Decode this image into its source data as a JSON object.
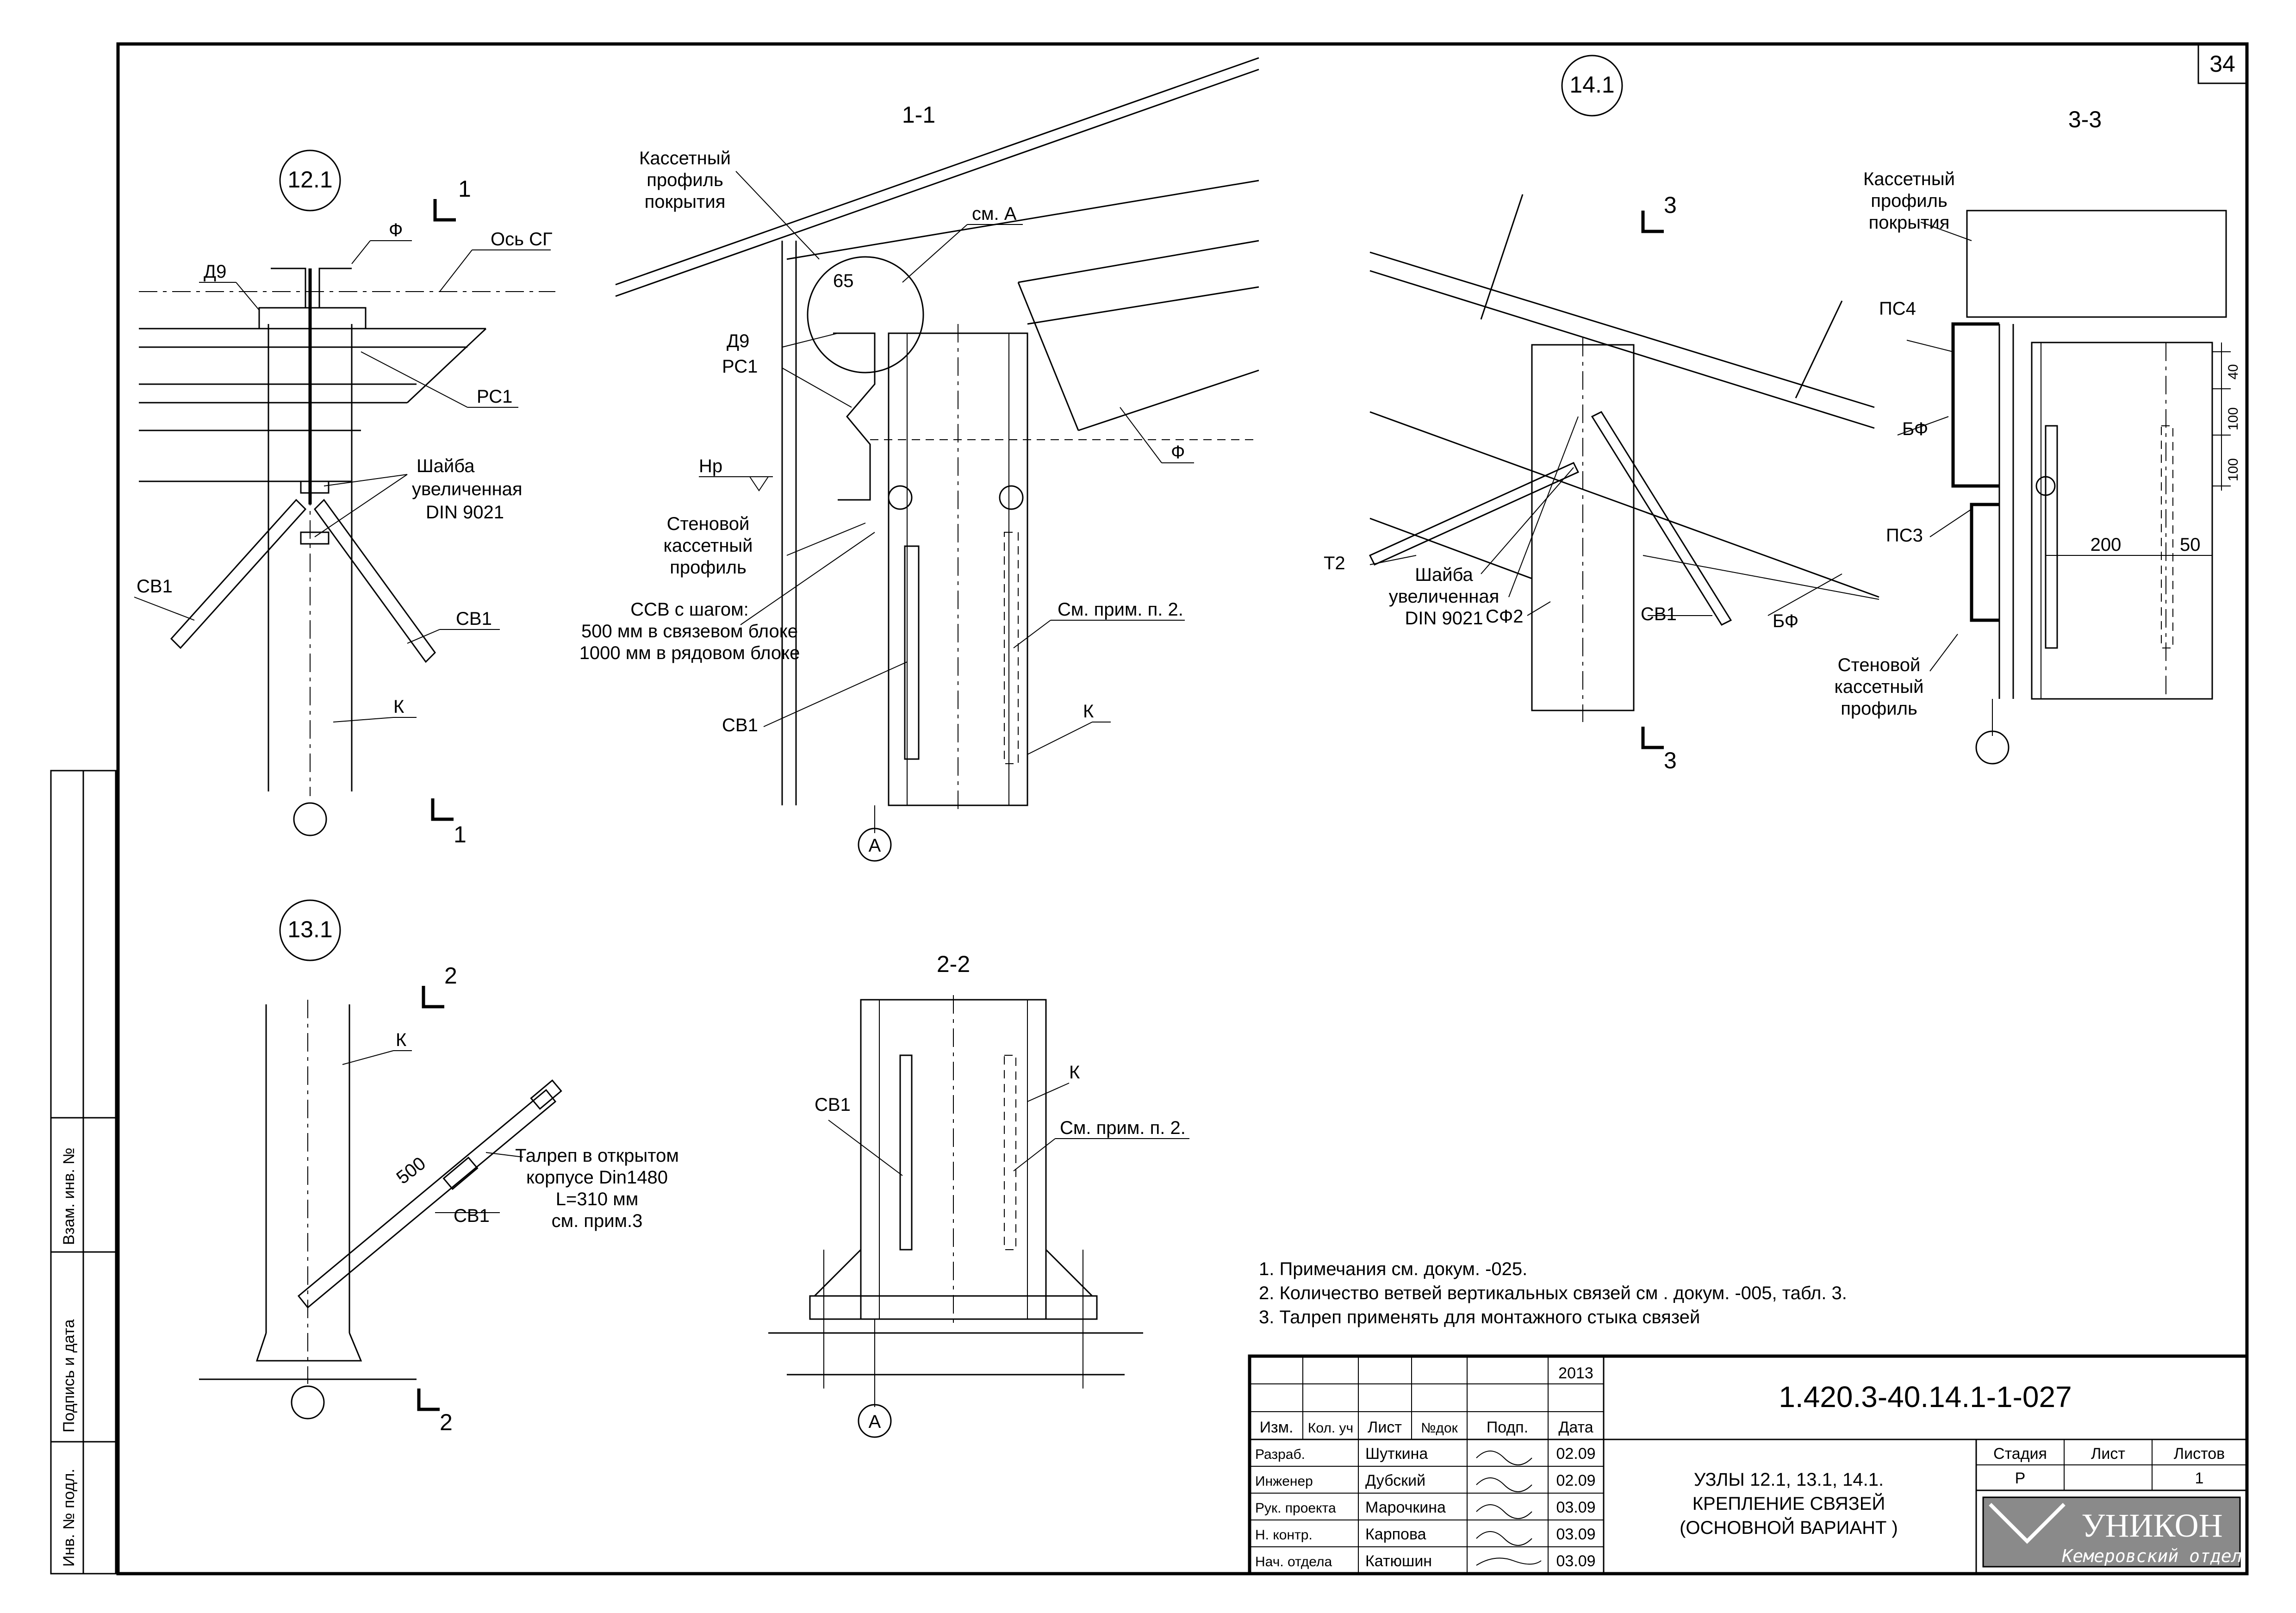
{
  "sheet_number": "34",
  "nodes": {
    "n121": {
      "marker": "12.1",
      "cut_marks": [
        "1",
        "1"
      ],
      "labels": {
        "f": "Ф",
        "axis": "Ось СГ",
        "d9": "Д9",
        "rc1": "РС1",
        "washer_1": "Шайба",
        "washer_2": "увеличенная",
        "washer_3": "DIN 9021",
        "cb1_left": "СВ1",
        "cb1_right": "СВ1",
        "k": "К"
      }
    },
    "n131": {
      "marker": "13.1",
      "cut_marks": [
        "2",
        "2"
      ],
      "labels": {
        "k": "К",
        "dim": "500",
        "turnbuckle_1": "Талреп в открытом",
        "turnbuckle_2": "корпусе Din1480",
        "turnbuckle_3": "L=310 мм",
        "turnbuckle_4": "см. прим.3",
        "cb1": "СВ1"
      }
    },
    "n141": {
      "marker": "14.1",
      "cut_marks": [
        "3",
        "3"
      ],
      "labels": {
        "t2": "Т2",
        "washer_1": "Шайба",
        "washer_2": "увеличенная",
        "washer_3": "DIN 9021",
        "sf2": "СФ2",
        "cb1": "СВ1",
        "bf": "БФ"
      }
    }
  },
  "sections": {
    "s11": {
      "title": "1-1",
      "labels": {
        "roof_1": "Кассетный",
        "roof_2": "профиль",
        "roof_3": "покрытия",
        "see_a": "см. А",
        "dim65": "65",
        "d9": "Д9",
        "rc1": "РС1",
        "hr": "Нр",
        "wall_1": "Стеновой",
        "wall_2": "кассетный",
        "wall_3": "профиль",
        "ssv_1": "ССВ с шагом:",
        "ssv_2": "500 мм в связевом блоке",
        "ssv_3": "1000 мм в рядовом блоке",
        "note_ref": "См. прим. п. 2.",
        "cb1": "СВ1",
        "k": "К",
        "f": "Ф",
        "axis_a": "А"
      }
    },
    "s22": {
      "title": "2-2",
      "labels": {
        "cb1": "СВ1",
        "k": "К",
        "note_ref": "См. прим. п. 2.",
        "axis_a": "А"
      }
    },
    "s33": {
      "title": "3-3",
      "labels": {
        "roof_1": "Кассетный",
        "roof_2": "профиль",
        "roof_3": "покрытия",
        "ps4": "ПС4",
        "bf": "БФ",
        "ps3": "ПС3",
        "d200": "200",
        "d50": "50",
        "d100a": "100",
        "d100b": "100",
        "d40": "40",
        "wall_1": "Стеновой",
        "wall_2": "кассетный",
        "wall_3": "профиль"
      }
    }
  },
  "notes": [
    "1. Примечания см. докум. -025.",
    "2. Количество ветвей вертикальных связей см . докум. -005, табл. 3.",
    "3. Талреп применять для монтажного стыка связей"
  ],
  "side_stamp": {
    "vzam": "Взам. инв. №",
    "podpis": "Подпись и дата",
    "inv": "Инв. № подл."
  },
  "title_block": {
    "year": "2013",
    "headers": [
      "Изм.",
      "Кол. уч",
      "Лист",
      "№док",
      "Подп.",
      "Дата"
    ],
    "rows": [
      {
        "role": "Разраб.",
        "name": "Шуткина",
        "date": "02.09"
      },
      {
        "role": "Инженер",
        "name": "Дубский",
        "date": "02.09"
      },
      {
        "role": "Рук. проекта",
        "name": "Марочкина",
        "date": "03.09"
      },
      {
        "role": "Н. контр.",
        "name": "Карпова",
        "date": "03.09"
      },
      {
        "role": "Нач. отдела",
        "name": "Катюшин",
        "date": "03.09"
      }
    ],
    "doc_code": "1.420.3-40.14.1-1-027",
    "title_lines": [
      "УЗЛЫ 12.1, 13.1, 14.1.",
      "КРЕПЛЕНИЕ СВЯЗЕЙ",
      "(ОСНОВНОЙ ВАРИАНТ )"
    ],
    "stage_header": "Стадия",
    "sheet_header": "Лист",
    "sheets_header": "Листов",
    "stage": "Р",
    "sheet": "",
    "sheets": "1",
    "company": "УНИКОН",
    "department": "Кемеровский отдел"
  }
}
